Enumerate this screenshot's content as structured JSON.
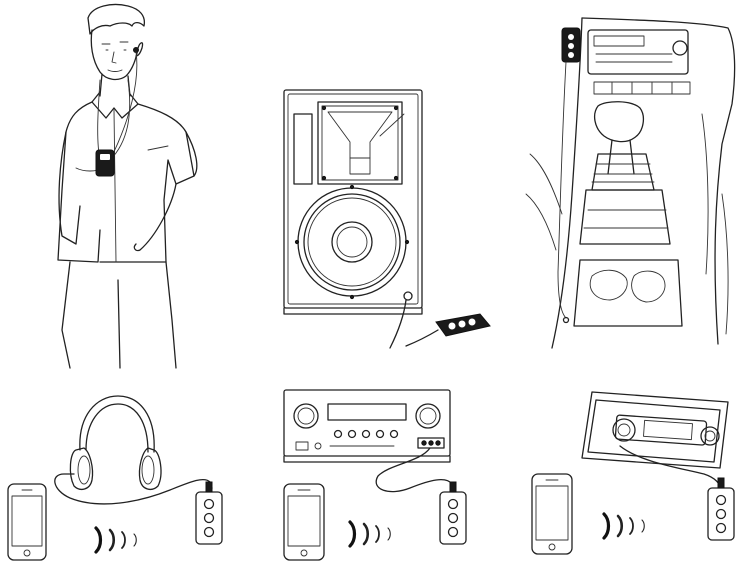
{
  "scenes": [
    {
      "id": "wearing-receiver",
      "device": "bluetooth-receiver"
    },
    {
      "id": "speaker-connection",
      "device": "bluetooth-receiver"
    },
    {
      "id": "car-console-connection",
      "device": "bluetooth-receiver"
    },
    {
      "id": "phone-to-headphones",
      "device": "bluetooth-receiver"
    },
    {
      "id": "phone-to-amplifier",
      "device": "bluetooth-receiver"
    },
    {
      "id": "phone-to-car-stereo",
      "device": "bluetooth-receiver"
    }
  ],
  "icons": [
    "person-icon",
    "speaker-icon",
    "car-interior-icon",
    "headphones-icon",
    "amplifier-icon",
    "car-stereo-icon",
    "smartphone-icon",
    "wireless-signal-icon",
    "receiver-icon"
  ],
  "colors": {
    "line": "#222222",
    "background": "#ffffff"
  }
}
